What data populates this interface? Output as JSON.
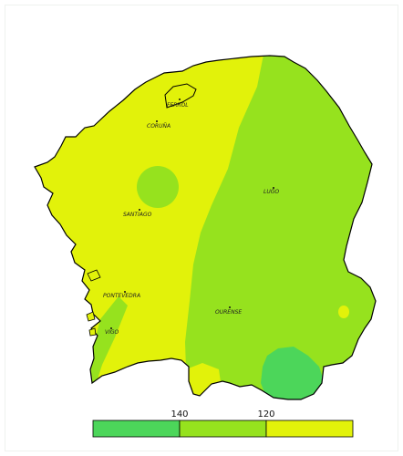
{
  "map": {
    "cities": [
      {
        "name": "FERROL"
      },
      {
        "name": "CORUÑA"
      },
      {
        "name": "SANTIAGO"
      },
      {
        "name": "LUGO"
      },
      {
        "name": "PONTEVEDRA"
      },
      {
        "name": "OURENSE"
      },
      {
        "name": "VIGO"
      }
    ],
    "zone_colors": {
      "above_140": "#4cd65a",
      "from_120_to_140": "#96e21e",
      "below_120": "#e2f20a"
    }
  },
  "legend": {
    "ticks": [
      "140",
      "120"
    ],
    "colors": [
      "#4cd65a",
      "#96e21e",
      "#e2f20a"
    ]
  }
}
